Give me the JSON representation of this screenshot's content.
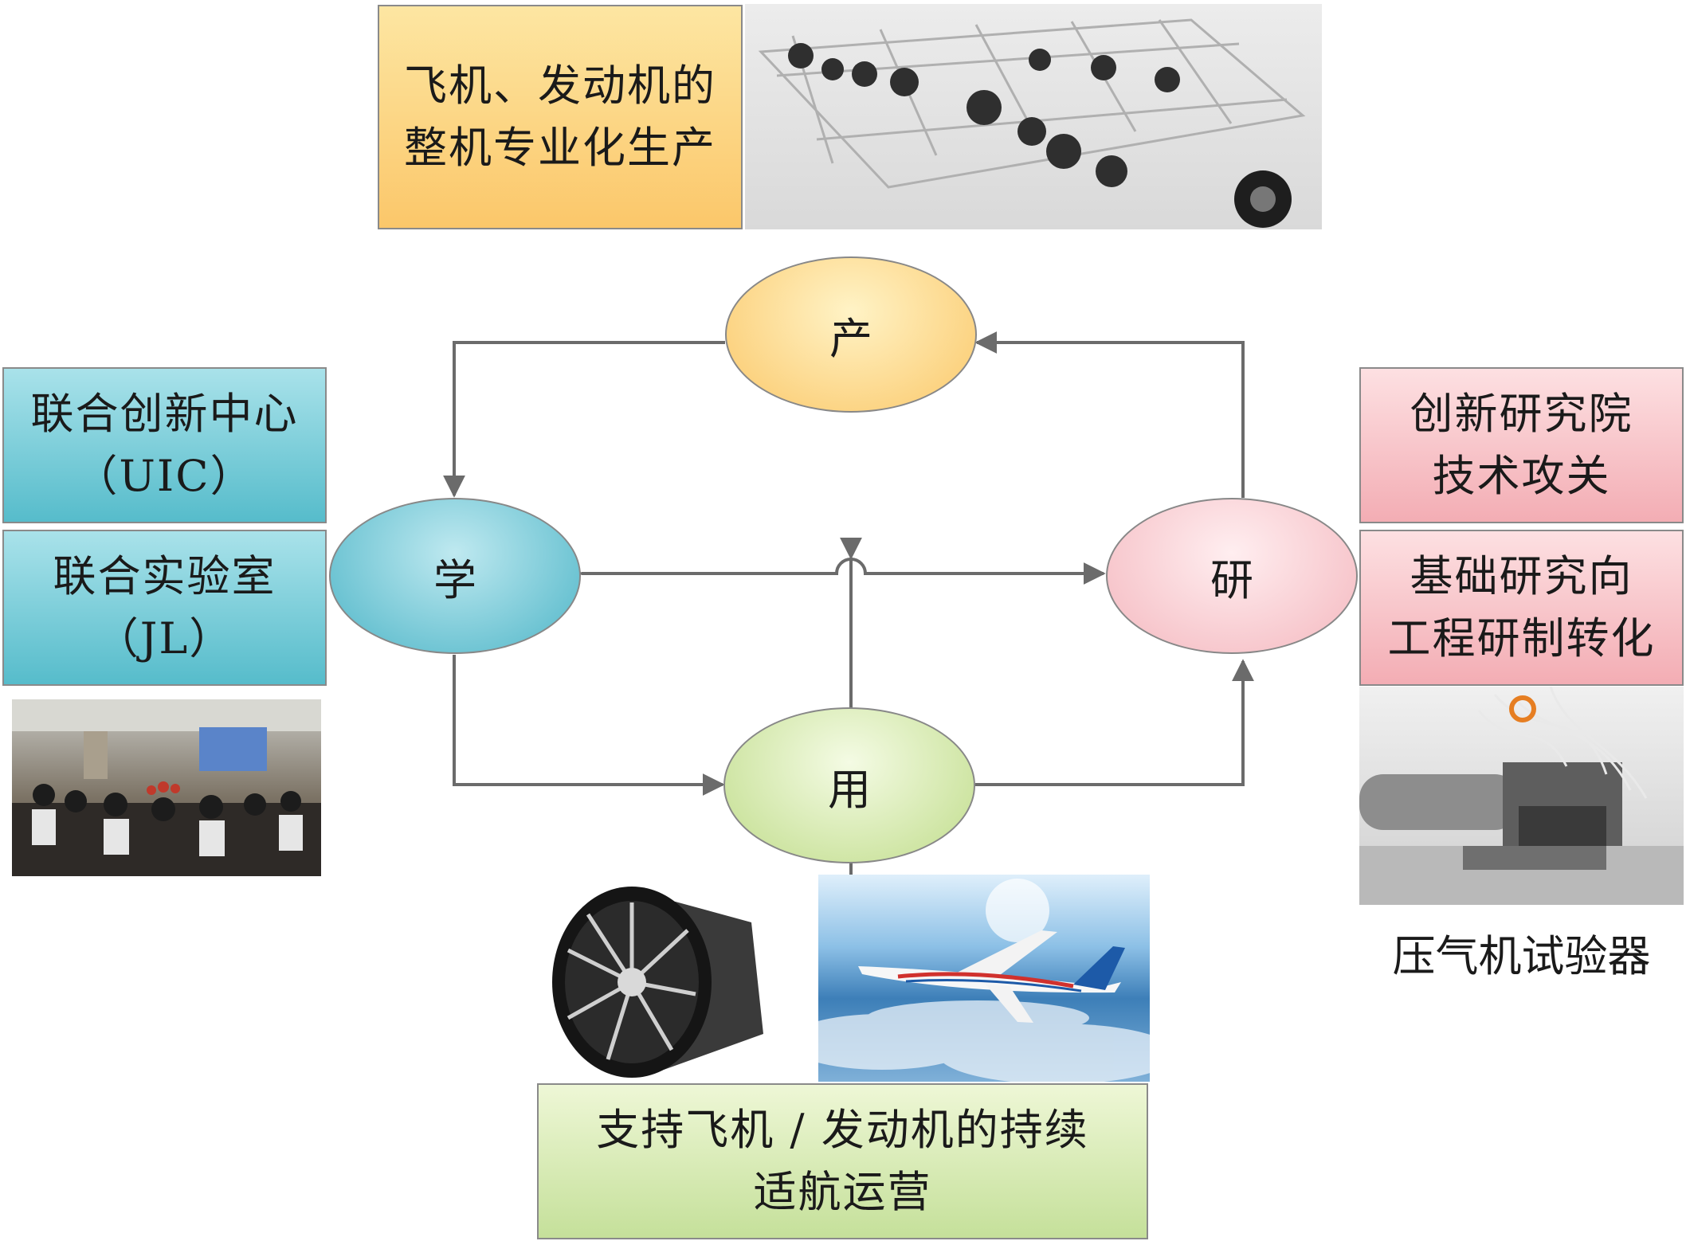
{
  "nodes": {
    "chan": "产",
    "xue": "学",
    "yan": "研",
    "yong": "用"
  },
  "boxes": {
    "production": [
      "飞机、发动机的",
      "整机专业化生产"
    ],
    "uic": [
      "联合创新中心",
      "（UIC）"
    ],
    "jl": [
      "联合实验室",
      "（JL）"
    ],
    "institute": [
      "创新研究院",
      "技术攻关"
    ],
    "transfer": [
      "基础研究向",
      "工程研制转化"
    ],
    "support": [
      "支持飞机 / 发动机的持续",
      "适航运营"
    ]
  },
  "captions": {
    "compressor": "压气机试验器"
  },
  "colors": {
    "orange": "#fbc76a",
    "teal": "#56bccb",
    "pink": "#f3adb4",
    "green": "#c5e09a",
    "arrow": "#6b6b6b"
  }
}
